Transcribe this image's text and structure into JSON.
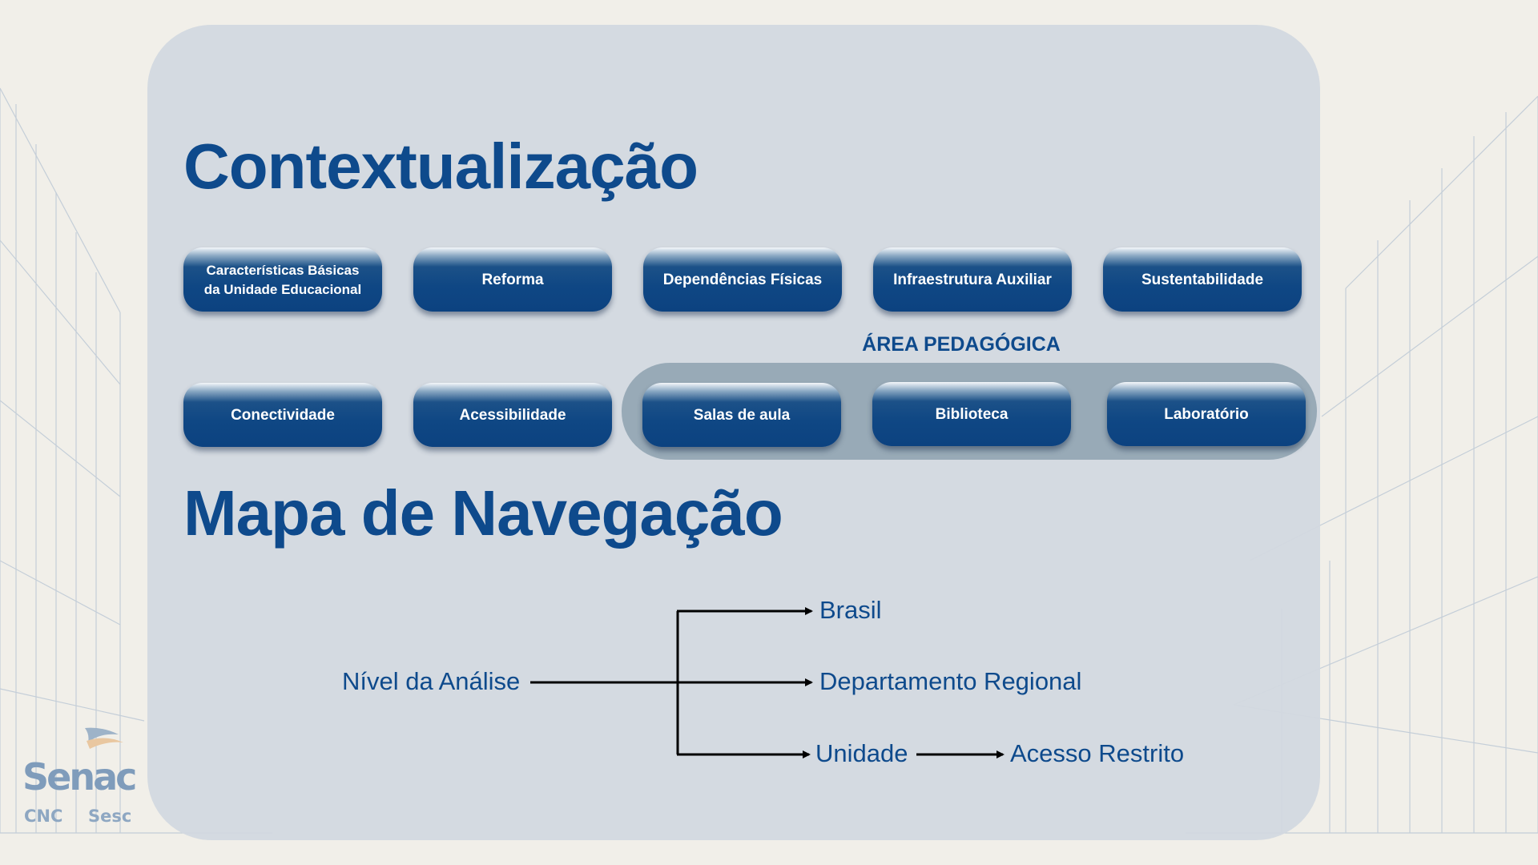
{
  "titles": {
    "contextualizacao": "Contextualização",
    "mapa": "Mapa de Navegação"
  },
  "buttons_row1": [
    {
      "lines": [
        "Características Básicas",
        "da Unidade Educacional"
      ]
    },
    {
      "lines": [
        "Reforma"
      ]
    },
    {
      "lines": [
        "Dependências Físicas"
      ]
    },
    {
      "lines": [
        "Infraestrutura Auxiliar"
      ]
    },
    {
      "lines": [
        "Sustentabilidade"
      ]
    }
  ],
  "buttons_row2": [
    {
      "label": "Conectividade"
    },
    {
      "label": "Acessibilidade"
    },
    {
      "label": "Salas de aula"
    },
    {
      "label": "Biblioteca"
    },
    {
      "label": "Laboratório"
    }
  ],
  "area_pedagogica": "ÁREA PEDAGÓGICA",
  "nav_map": {
    "root": "Nível da Análise",
    "brasil": "Brasil",
    "departamento": "Departamento Regional",
    "unidade": "Unidade",
    "acesso": "Acesso Restrito"
  },
  "logo": {
    "brand": "Senac",
    "left": "CNC",
    "right": "Sesc"
  },
  "colors": {
    "title": "#0e4a8c",
    "button": "#0f4784",
    "panel": "#d2d9e0",
    "area": "#98aab7"
  }
}
